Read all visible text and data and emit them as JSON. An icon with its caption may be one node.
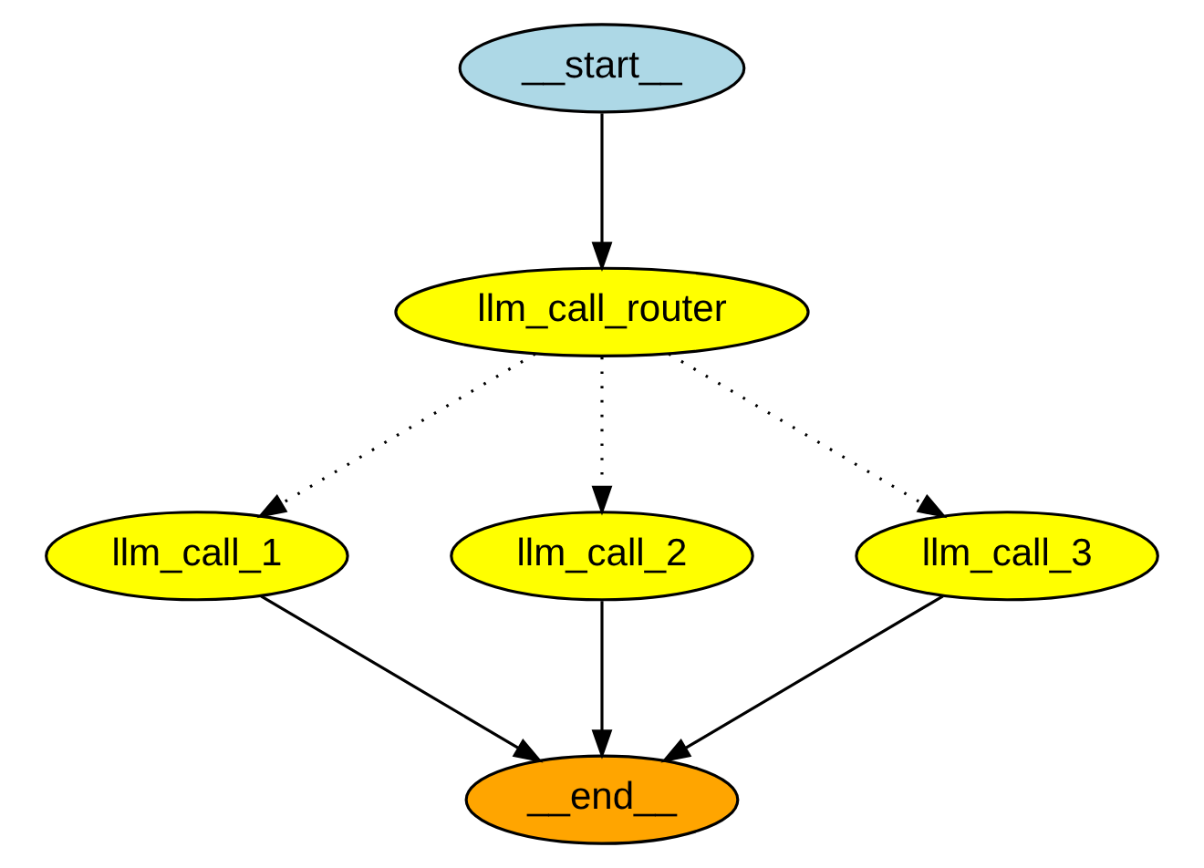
{
  "diagram": {
    "nodes": [
      {
        "text": [
          "__start__"
        ]
      },
      {
        "text": [
          "llm_call_router"
        ]
      },
      {
        "text": [
          "llm_call_1"
        ]
      },
      {
        "text": [
          "llm_call_2"
        ]
      },
      {
        "text": [
          "llm_call_3"
        ]
      },
      {
        "text": [
          "__end__"
        ]
      }
    ],
    "edges": [
      {
        "from": 0,
        "to": 1,
        "arrow": "to"
      },
      {
        "from": 1,
        "to": 2,
        "arrow": "to",
        "style": "dashed"
      },
      {
        "from": 1,
        "to": 3,
        "arrow": "to",
        "style": "dashed"
      },
      {
        "from": 1,
        "to": 4,
        "arrow": "to",
        "style": "dashed"
      },
      {
        "from": 2,
        "to": 5,
        "arrow": "to"
      },
      {
        "from": 3,
        "to": 5,
        "arrow": "to"
      },
      {
        "from": 4,
        "to": 5,
        "arrow": "to"
      }
    ]
  }
}
